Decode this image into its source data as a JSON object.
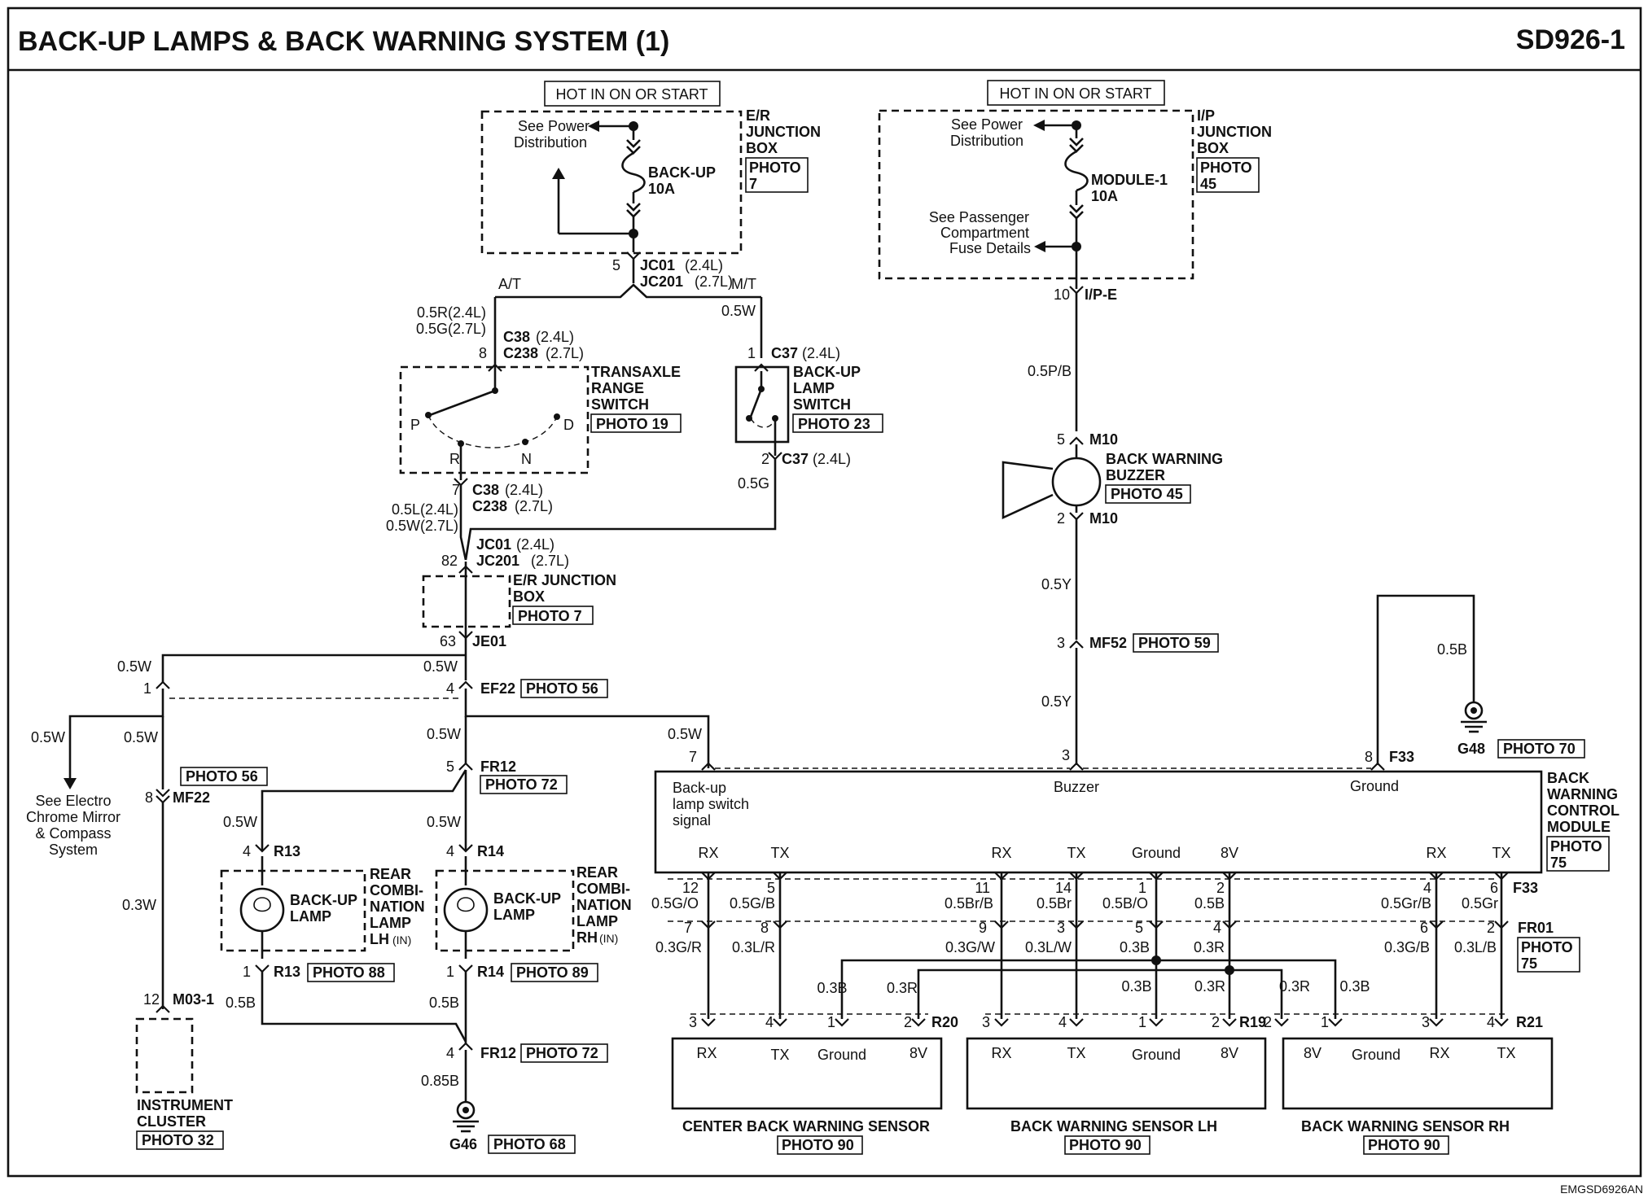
{
  "header": {
    "title": "BACK-UP LAMPS & BACK WARNING SYSTEM (1)",
    "page_code": "SD926-1",
    "footer_code": "EMGSD6926AN"
  },
  "power_left": {
    "hot_label": "HOT IN ON OR START",
    "see_power": [
      "See Power",
      "Distribution"
    ],
    "fuse_name": "BACK-UP",
    "fuse_rating": "10A",
    "box_label": [
      "E/R",
      "JUNCTION",
      "BOX"
    ],
    "photo": [
      "PHOTO",
      "7"
    ],
    "conn_pin": "5",
    "conn_a": "JC01",
    "conn_a_sub": "(2.4L)",
    "conn_b": "JC201",
    "conn_b_sub": "(2.7L)",
    "at": "A/T",
    "mt": "M/T"
  },
  "power_right": {
    "hot_label": "HOT IN ON OR START",
    "see_power": [
      "See Power",
      "Distribution"
    ],
    "fuse_name": "MODULE-1",
    "fuse_rating": "10A",
    "see_passenger": [
      "See Passenger",
      "Compartment",
      "Fuse Details"
    ],
    "box_label": [
      "I/P",
      "JUNCTION",
      "BOX"
    ],
    "photo": [
      "PHOTO",
      "45"
    ],
    "pin": "10",
    "conn": "I/P-E",
    "wire": "0.5P/B"
  },
  "transaxle": {
    "wire_top": [
      "0.5R(2.4L)",
      "0.5G(2.7L)"
    ],
    "pin_top": "8",
    "conn_top": [
      "C38",
      "C238"
    ],
    "conn_top_sub": [
      "(2.4L)",
      "(2.7L)"
    ],
    "label": [
      "TRANSAXLE",
      "RANGE",
      "SWITCH"
    ],
    "photo": "PHOTO 19",
    "positions": [
      "P",
      "R",
      "N",
      "D"
    ],
    "pin_bot": "7",
    "conn_bot": [
      "C38",
      "C238"
    ],
    "conn_bot_sub": [
      "(2.4L)",
      "(2.7L)"
    ],
    "wire_bot": [
      "0.5L(2.4L)",
      "0.5W(2.7L)"
    ]
  },
  "backup_switch": {
    "wire_top": "0.5W",
    "pin_top": "1",
    "conn_top": "C37",
    "conn_top_sub": "(2.4L)",
    "label": [
      "BACK-UP",
      "LAMP",
      "SWITCH"
    ],
    "photo": "PHOTO 23",
    "pin_bot": "2",
    "conn_bot": "C37",
    "conn_bot_sub": "(2.4L)",
    "wire_bot": "0.5G"
  },
  "junction2": {
    "pin": "82",
    "conn": [
      "JC01",
      "JC201"
    ],
    "conn_sub": [
      "(2.4L)",
      "(2.7L)"
    ],
    "label": [
      "E/R JUNCTION",
      "BOX"
    ],
    "photo": "PHOTO 7",
    "pin_out": "63",
    "conn_out": "JE01"
  },
  "ef22": {
    "wire_left": "0.5W",
    "wire_right": "0.5W",
    "pin_left": "1",
    "pin_right": "4",
    "conn": "EF22",
    "photo": "PHOTO 56",
    "wire_a": "0.5W",
    "wire_b": "0.5W",
    "wire_c": "0.5W",
    "wire_d": "0.5W"
  },
  "mirror": {
    "text": [
      "See Electro",
      "Chrome Mirror",
      "& Compass",
      "System"
    ]
  },
  "mf22": {
    "photo": "PHOTO 56",
    "pin": "8",
    "conn": "MF22",
    "wire": "0.3W",
    "cluster_pin": "12",
    "cluster_conn": "M03-1",
    "cluster_label": [
      "INSTRUMENT",
      "CLUSTER"
    ],
    "cluster_photo": "PHOTO 32"
  },
  "fr12_top": {
    "pin": "5",
    "conn": "FR12",
    "photo": "PHOTO 72",
    "wire_l": "0.5W",
    "wire_r": "0.5W"
  },
  "lamp_lh": {
    "pin_top": "4",
    "conn_top": "R13",
    "lamp": [
      "BACK-UP",
      "LAMP"
    ],
    "label": [
      "REAR",
      "COMBI-",
      "NATION",
      "LAMP"
    ],
    "side": "LH",
    "side_sub": "(IN)",
    "pin_bot": "1",
    "conn_bot": "R13",
    "photo": "PHOTO 88",
    "wire": "0.5B"
  },
  "lamp_rh": {
    "pin_top": "4",
    "conn_top": "R14",
    "lamp": [
      "BACK-UP",
      "LAMP"
    ],
    "label": [
      "REAR",
      "COMBI-",
      "NATION",
      "LAMP"
    ],
    "side": "RH",
    "side_sub": "(IN)",
    "pin_bot": "1",
    "conn_bot": "R14",
    "photo": "PHOTO 89",
    "wire": "0.5B"
  },
  "fr12_bot": {
    "pin": "4",
    "conn": "FR12",
    "photo": "PHOTO 72",
    "wire": "0.85B",
    "ground": "G46",
    "ground_photo": "PHOTO 68"
  },
  "buzzer": {
    "pin_top": "5",
    "conn_top": "M10",
    "label": [
      "BACK WARNING",
      "BUZZER"
    ],
    "photo": "PHOTO 45",
    "pin_bot": "2",
    "conn_bot": "M10",
    "wire": "0.5Y",
    "mf52_pin": "3",
    "mf52": "MF52",
    "mf52_photo": "PHOTO 59",
    "wire2": "0.5Y"
  },
  "ground_g48": {
    "wire": "0.5B",
    "ground": "G48",
    "photo": "PHOTO 70"
  },
  "module": {
    "pin_signal": "7",
    "wire_signal": "0.5W",
    "pin_buzzer": "3",
    "pin_ground": "8",
    "conn": "F33",
    "signal_label": [
      "Back-up",
      "lamp switch",
      "signal"
    ],
    "buzzer_label": "Buzzer",
    "ground_label": "Ground",
    "label": [
      "BACK",
      "WARNING",
      "CONTROL",
      "MODULE"
    ],
    "photo": [
      "PHOTO",
      "75"
    ],
    "ports": [
      "RX",
      "TX",
      "RX",
      "TX",
      "Ground",
      "8V",
      "RX",
      "TX"
    ],
    "bottom_pins": [
      "12",
      "5",
      "11",
      "14",
      "1",
      "2",
      "4",
      "6"
    ],
    "bottom_conn": "F33",
    "wires_top": [
      "0.5G/O",
      "0.5G/B",
      "0.5Br/B",
      "0.5Br",
      "0.5B/O",
      "0.5B",
      "0.5Gr/B",
      "0.5Gr"
    ]
  },
  "fr01": {
    "pins": [
      "7",
      "8",
      "9",
      "3",
      "5",
      "4",
      "6",
      "2"
    ],
    "conn": "FR01",
    "photo": [
      "PHOTO",
      "75"
    ],
    "wires": [
      "0.3G/R",
      "0.3L/R",
      "0.3G/W",
      "0.3L/W",
      "0.3B",
      "0.3R",
      "0.3G/B",
      "0.3L/B"
    ],
    "mid_wires": [
      "0.3B",
      "0.3R",
      "0.3B",
      "0.3R",
      "0.3R",
      "0.3B"
    ]
  },
  "sensor_center": {
    "pins": [
      "3",
      "4",
      "1",
      "2"
    ],
    "conn": "R20",
    "ports": [
      "RX",
      "TX",
      "Ground",
      "8V"
    ],
    "label": "CENTER BACK WARNING SENSOR",
    "photo": "PHOTO 90"
  },
  "sensor_lh": {
    "pins": [
      "3",
      "4",
      "1",
      "2"
    ],
    "conn": "R19",
    "ports": [
      "RX",
      "TX",
      "Ground",
      "8V"
    ],
    "label": "BACK WARNING SENSOR LH",
    "photo": "PHOTO 90"
  },
  "sensor_rh": {
    "pins": [
      "2",
      "1",
      "3",
      "4"
    ],
    "conn": "R21",
    "ports": [
      "8V",
      "Ground",
      "RX",
      "TX"
    ],
    "label": "BACK WARNING SENSOR RH",
    "photo": "PHOTO 90"
  }
}
